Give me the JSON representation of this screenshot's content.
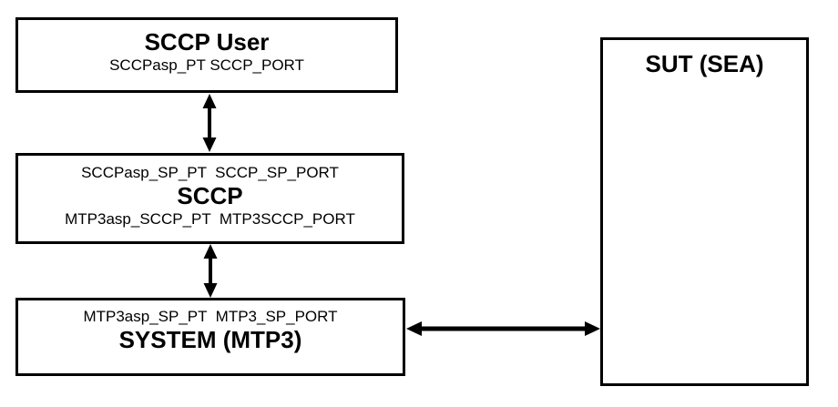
{
  "diagram": {
    "background_color": "#ffffff",
    "line_color": "#000000",
    "boxes": {
      "sccp_user": {
        "title": "SCCP User",
        "ports": "SCCPasp_PT SCCP_PORT"
      },
      "sccp": {
        "top_ports": "SCCPasp_SP_PT  SCCP_SP_PORT",
        "title": "SCCP",
        "bottom_ports": "MTP3asp_SCCP_PT  MTP3SCCP_PORT"
      },
      "system_mtp3": {
        "top_ports": "MTP3asp_SP_PT  MTP3_SP_PORT",
        "title": "SYSTEM (MTP3)"
      },
      "sut": {
        "title": "SUT (SEA)"
      }
    },
    "connections": [
      {
        "from": "sccp_user",
        "to": "sccp",
        "type": "double-headed-arrow",
        "orientation": "vertical"
      },
      {
        "from": "sccp",
        "to": "system_mtp3",
        "type": "double-headed-arrow",
        "orientation": "vertical"
      },
      {
        "from": "system_mtp3",
        "to": "sut",
        "type": "double-headed-arrow",
        "orientation": "horizontal"
      }
    ]
  }
}
